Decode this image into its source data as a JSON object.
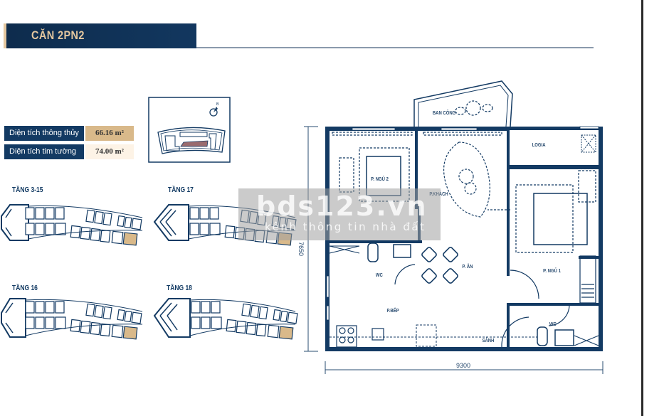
{
  "header": {
    "title": "CĂN 2PN2"
  },
  "area_table": {
    "rows": [
      {
        "label": "Diện tích thông thủy",
        "value": "66.16 m²"
      },
      {
        "label": "Diện tích tim tường",
        "value": "74.00 m²"
      }
    ]
  },
  "key_plan": {
    "icon": "compass-north-icon",
    "highlight_color": "#9a6b6e"
  },
  "floors": [
    {
      "title": "TẦNG 3-15",
      "highlight_unit": "2PN2"
    },
    {
      "title": "TẦNG 17",
      "highlight_unit": "2PN2"
    },
    {
      "title": "TẦNG 16",
      "highlight_unit": "2PN2"
    },
    {
      "title": "TẦNG 18",
      "highlight_unit": "2PN2"
    }
  ],
  "floor_plan": {
    "rooms": {
      "balcony": "BAN CÔNG",
      "logia": "LOGIA",
      "bedroom2": "P. NGỦ 2",
      "living": "P.KHÁCH",
      "wc1": "WC",
      "dining": "P. ĂN",
      "bedroom1": "P. NGỦ 1",
      "kitchen": "P.BẾP",
      "lobby": "SẢNH",
      "wc2": "WC"
    },
    "dimensions": {
      "width": "9300",
      "height": "7650"
    }
  },
  "watermark": {
    "main": "bds123.vn",
    "sub": "kênh thông tin nhà đất"
  },
  "colors": {
    "navy": "#133a63",
    "gold": "#e4c79f",
    "highlight_unit": "#d9b98a"
  }
}
